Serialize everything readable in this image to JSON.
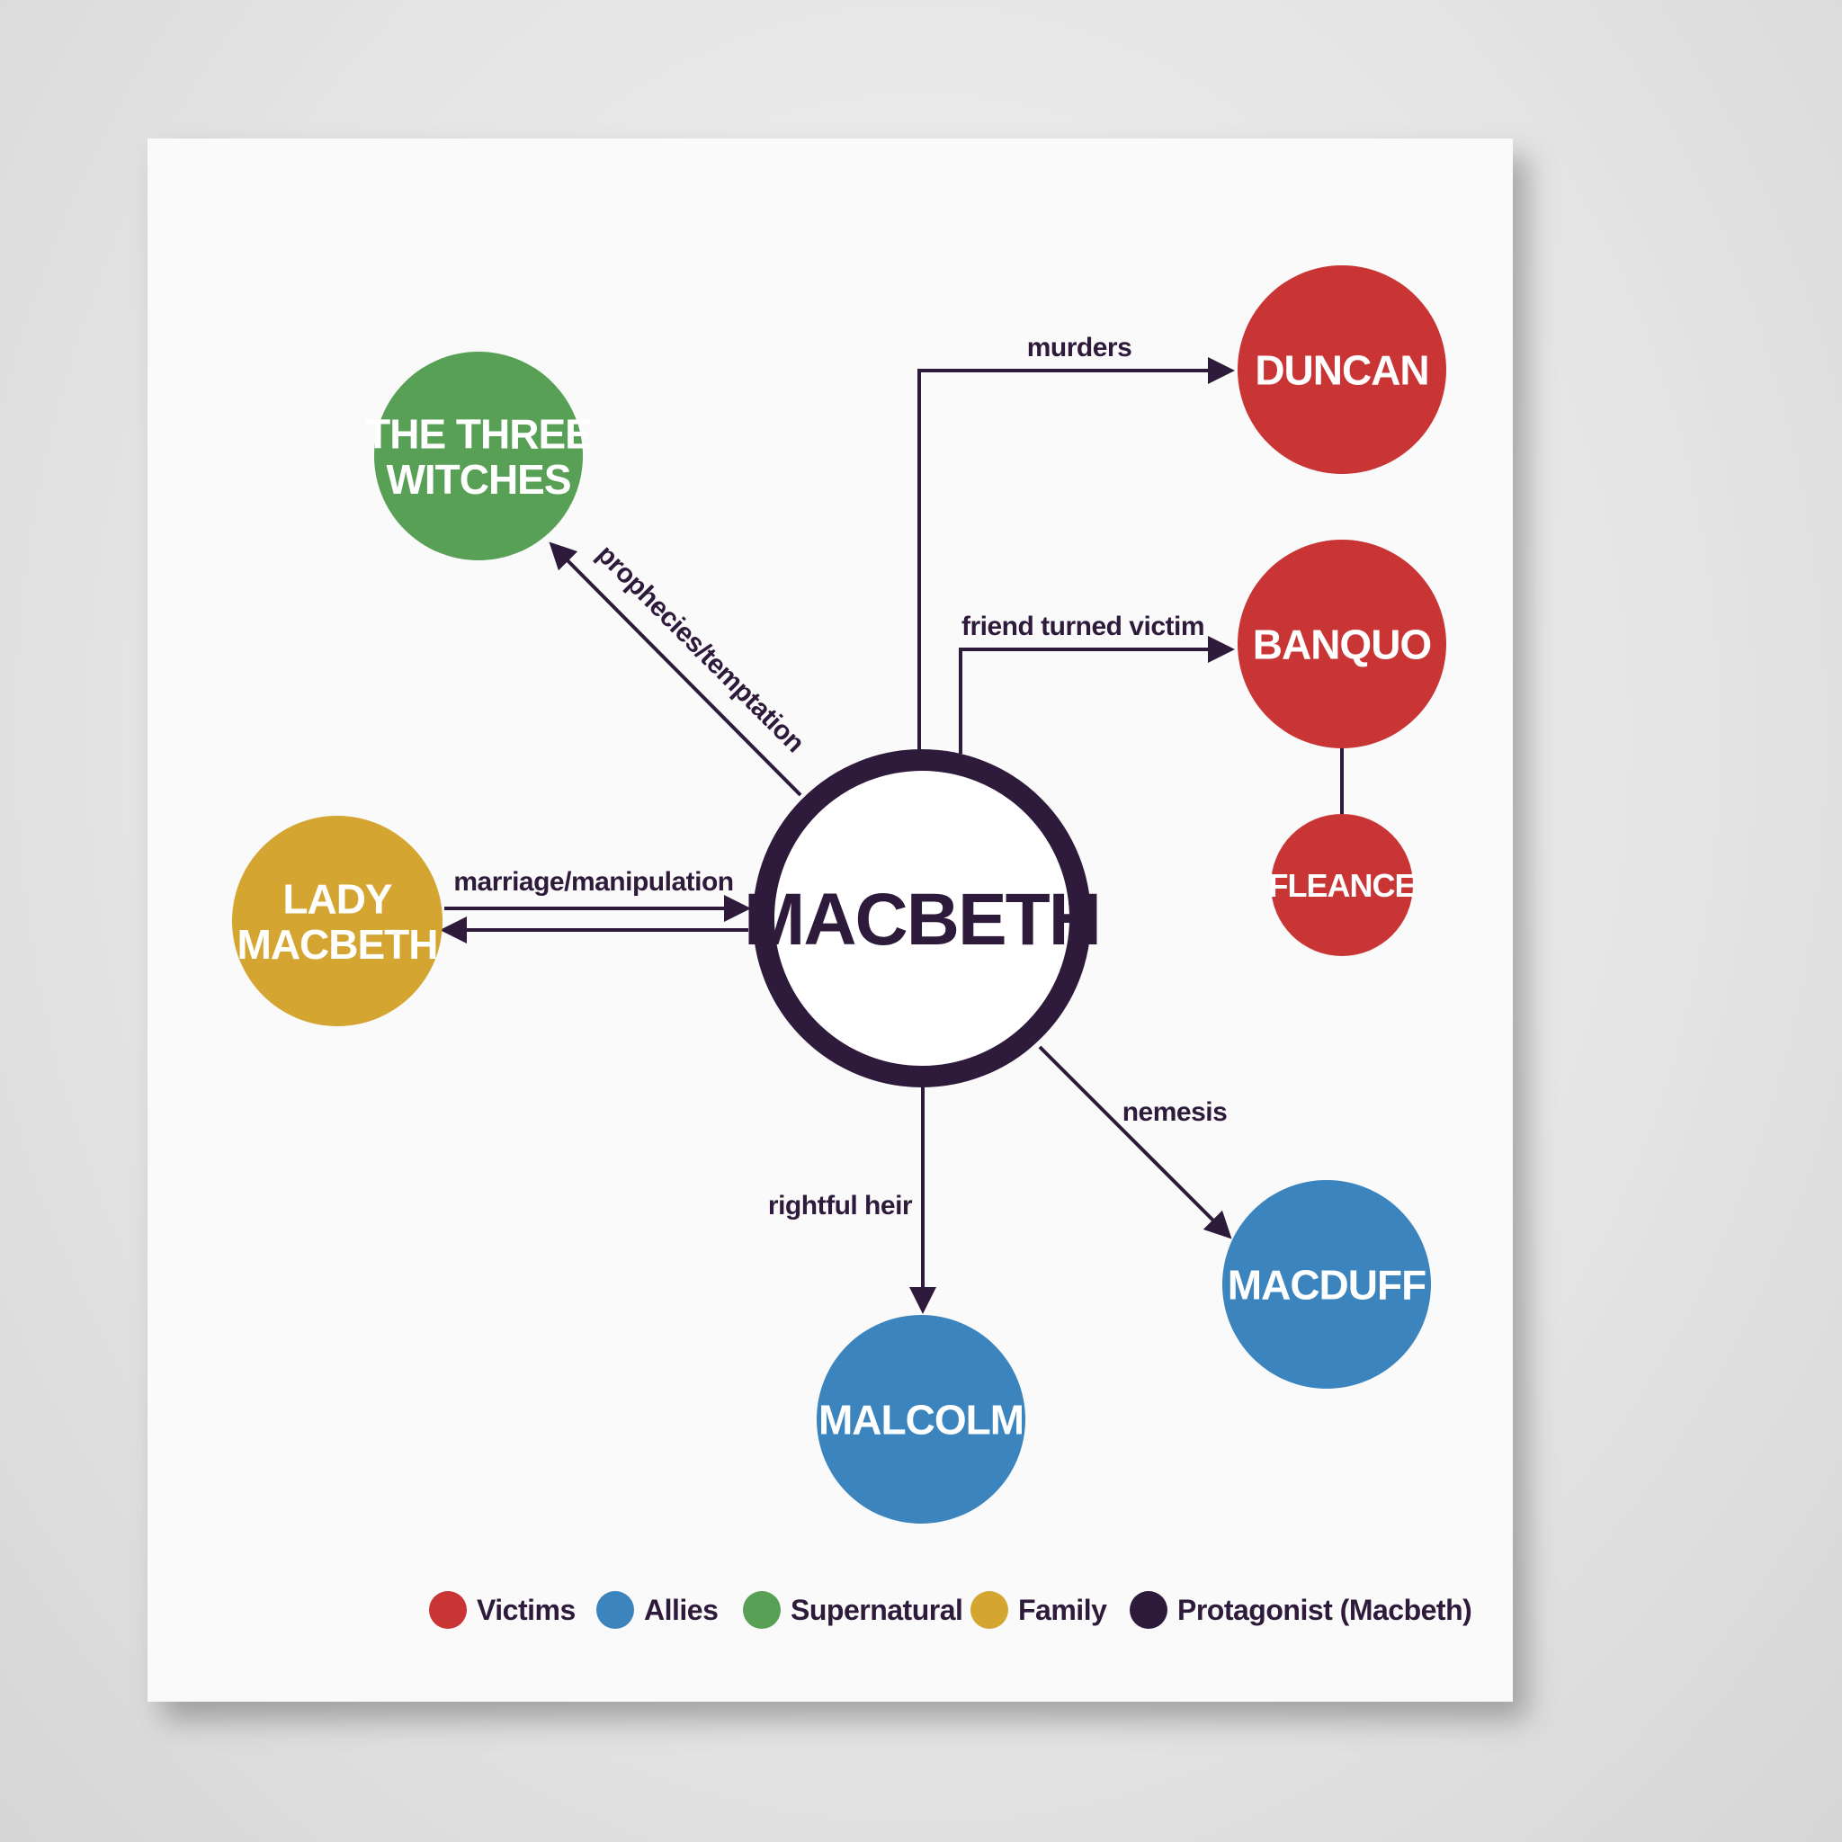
{
  "colors": {
    "victims": "#c93535",
    "allies": "#3b84bd",
    "supernatural": "#58a055",
    "family": "#d4a531",
    "protagonist": "#2e1a3a",
    "paper": "#fafafa"
  },
  "center": {
    "label": "MACBETH",
    "group": "protagonist"
  },
  "nodes": [
    {
      "id": "witches",
      "lines": [
        "THE THREE",
        "WITCHES"
      ],
      "group": "supernatural"
    },
    {
      "id": "lady",
      "lines": [
        "LADY",
        "MACBETH"
      ],
      "group": "family"
    },
    {
      "id": "duncan",
      "lines": [
        "DUNCAN"
      ],
      "group": "victims"
    },
    {
      "id": "banquo",
      "lines": [
        "BANQUO"
      ],
      "group": "victims"
    },
    {
      "id": "fleance",
      "lines": [
        "FLEANCE"
      ],
      "group": "victims"
    },
    {
      "id": "macduff",
      "lines": [
        "MACDUFF"
      ],
      "group": "allies"
    },
    {
      "id": "malcolm",
      "lines": [
        "MALCOLM"
      ],
      "group": "allies"
    }
  ],
  "edges": [
    {
      "from": "macbeth",
      "to": "duncan",
      "label": "murders"
    },
    {
      "from": "macbeth",
      "to": "banquo",
      "label": "friend turned victim"
    },
    {
      "from": "macbeth",
      "to": "witches",
      "label": "prophecies/temptation"
    },
    {
      "from": "macbeth",
      "to": "lady",
      "label": "marriage/manipulation",
      "bidirectional": true
    },
    {
      "from": "macbeth",
      "to": "macduff",
      "label": "nemesis"
    },
    {
      "from": "macbeth",
      "to": "malcolm",
      "label": "rightful heir"
    },
    {
      "from": "banquo",
      "to": "fleance",
      "label": ""
    }
  ],
  "legend": [
    {
      "label": "Victims",
      "group": "victims"
    },
    {
      "label": "Allies",
      "group": "allies"
    },
    {
      "label": "Supernatural",
      "group": "supernatural"
    },
    {
      "label": "Family",
      "group": "family"
    },
    {
      "label": "Protagonist (Macbeth)",
      "group": "protagonist"
    }
  ]
}
